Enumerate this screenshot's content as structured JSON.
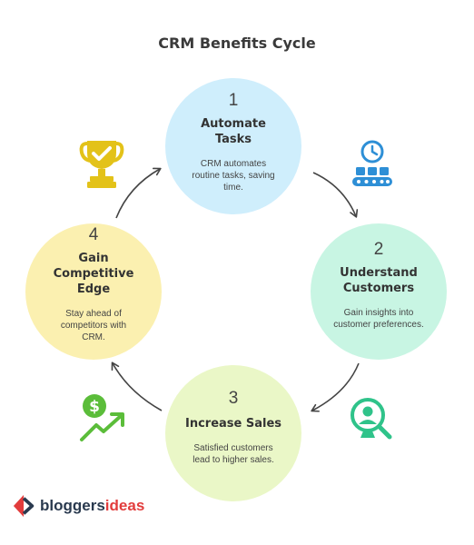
{
  "title": "CRM Benefits Cycle",
  "steps": [
    {
      "number": "1",
      "title_lines": [
        "Automate",
        "Tasks"
      ],
      "desc_lines": [
        "CRM automates",
        "routine tasks, saving",
        "time."
      ],
      "color": "#cfeefc",
      "icon": "conveyor-clock-icon"
    },
    {
      "number": "2",
      "title_lines": [
        "Understand",
        "Customers"
      ],
      "desc_lines": [
        "Gain insights into",
        "customer preferences."
      ],
      "color": "#c8f5e3",
      "icon": "customer-search-icon"
    },
    {
      "number": "3",
      "title_lines": [
        "Increase Sales"
      ],
      "desc_lines": [
        "Satisfied customers",
        "lead to higher sales."
      ],
      "color": "#eaf7c7",
      "icon": "dollar-growth-icon"
    },
    {
      "number": "4",
      "title_lines": [
        "Gain",
        "Competitive",
        "Edge"
      ],
      "desc_lines": [
        "Stay ahead of",
        "competitors with",
        "CRM."
      ],
      "color": "#fbf0b0",
      "icon": "trophy-icon"
    }
  ],
  "logo": {
    "text_main": "bloggers",
    "text_accent": "ideas",
    "accent_color": "#e23c3c",
    "brand_color": "#2a3a4f"
  }
}
